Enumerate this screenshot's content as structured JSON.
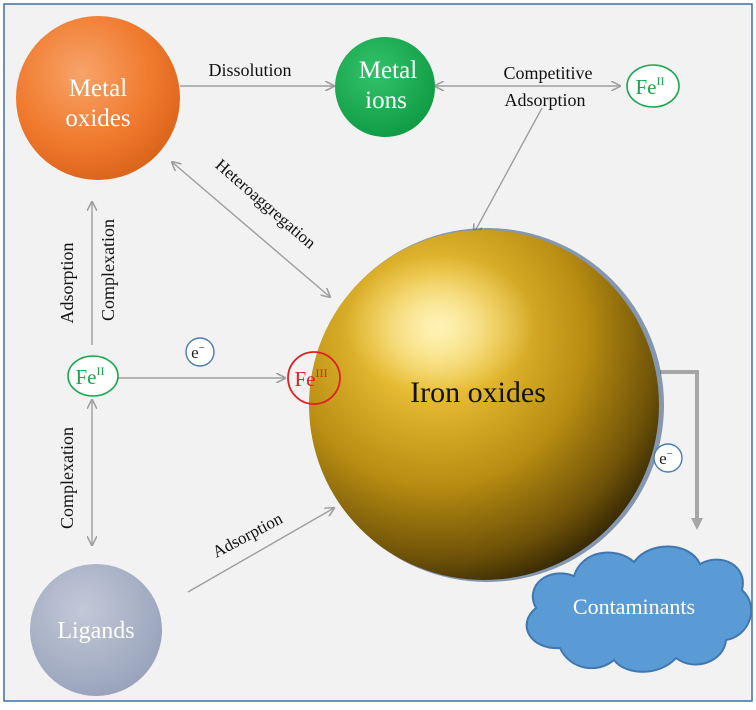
{
  "nodes": {
    "metal_oxides": {
      "line1": "Metal",
      "line2": "oxides",
      "color": "#f07a2e"
    },
    "metal_ions": {
      "line1": "Metal",
      "line2": "ions",
      "color": "#13a64b"
    },
    "iron_oxides": {
      "label": "Iron oxides",
      "color": "#c9a019"
    },
    "ligands": {
      "label": "Ligands",
      "color": "#aab3c7"
    },
    "contaminants": {
      "label": "Contaminants",
      "color": "#5b9bd5"
    }
  },
  "badges": {
    "fe2_top": {
      "base": "Fe",
      "sup": "II",
      "color": "#18a84a"
    },
    "fe2_left": {
      "base": "Fe",
      "sup": "II",
      "color": "#18a84a"
    },
    "fe3": {
      "base": "Fe",
      "sup": "III",
      "color": "#e02020"
    },
    "electron_left": {
      "base": "e",
      "sup": "−",
      "color": "#4a7ab5"
    },
    "electron_right": {
      "base": "e",
      "sup": "−",
      "color": "#4a7ab5"
    }
  },
  "labels": {
    "dissolution": "Dissolution",
    "competitive": "Competitive",
    "adsorption_top": "Adsorption",
    "heteroaggregation": "Heteroaggregation",
    "adsorption_vertical": "Adsorption",
    "complexation_vertical": "Complexation",
    "complexation_lower": "Complexation",
    "adsorption_ligands": "Adsorption"
  }
}
